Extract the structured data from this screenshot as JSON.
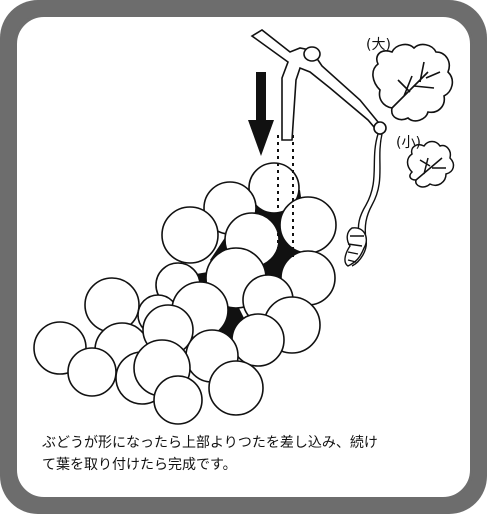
{
  "labels": {
    "leaf_large": "(大)",
    "leaf_small": "(小)"
  },
  "caption": {
    "line1": "ぶどうが形になったら上部よりつたを差し込み、続け",
    "line2": "て葉を取り付けたら完成です。"
  },
  "colors": {
    "frame": "#6d6d6d",
    "line": "#111111"
  }
}
